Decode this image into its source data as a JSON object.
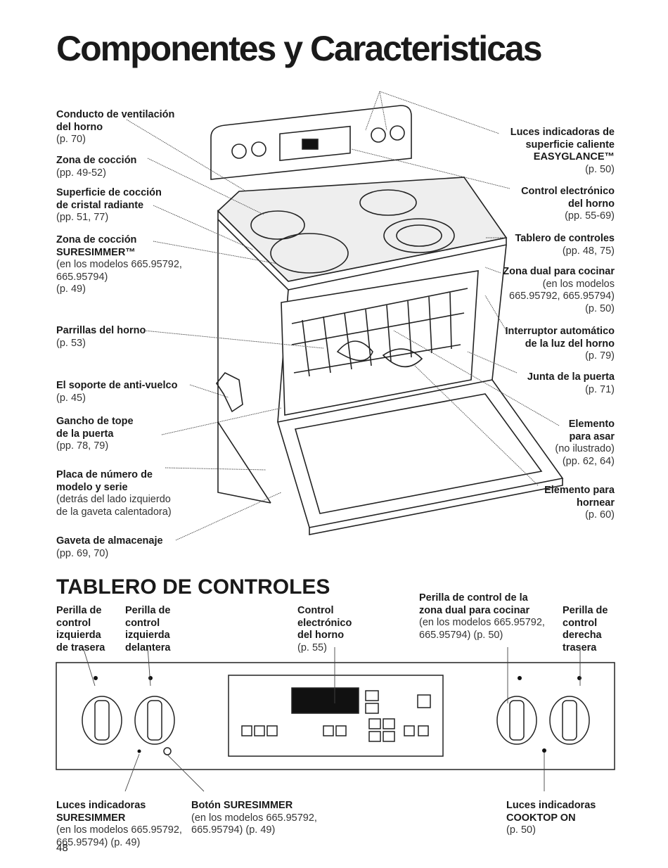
{
  "title": "Componentes y Caracteristicas",
  "left_labels": [
    {
      "bold": [
        "Conducto de ventilación",
        "del horno"
      ],
      "normal": [
        "(p. 70)"
      ]
    },
    {
      "bold": [
        "Zona de cocción"
      ],
      "normal": [
        "(pp. 49-52)"
      ]
    },
    {
      "bold": [
        "Superficie de cocción",
        "de cristal radiante"
      ],
      "normal": [
        "(pp. 51, 77)"
      ]
    },
    {
      "bold": [
        "Zona de cocción",
        "SURESIMMER™"
      ],
      "normal": [
        "(en los modelos 665.95792,",
        "665.95794)",
        "(p. 49)"
      ]
    },
    {
      "bold": [
        "Parrillas del horno"
      ],
      "normal": [
        "(p. 53)"
      ]
    },
    {
      "bold": [
        "El soporte de anti-vuelco"
      ],
      "normal": [
        "(p. 45)"
      ]
    },
    {
      "bold": [
        "Gancho de tope",
        "de la puerta"
      ],
      "normal": [
        "(pp. 78, 79)"
      ]
    },
    {
      "bold": [
        "Placa de número de",
        "modelo y serie"
      ],
      "normal": [
        "(detrás del lado izquierdo",
        "de la gaveta calentadora)"
      ]
    },
    {
      "bold": [
        "Gaveta de almacenaje"
      ],
      "normal": [
        "(pp. 69, 70)"
      ]
    }
  ],
  "right_labels": [
    {
      "bold": [
        "Luces indicadoras de",
        "superficie caliente",
        "EASYGLANCE™"
      ],
      "normal": [
        "(p. 50)"
      ]
    },
    {
      "bold": [
        "Control electrónico",
        "del horno"
      ],
      "normal": [
        "(pp. 55-69)"
      ]
    },
    {
      "bold": [
        "Tablero de controles"
      ],
      "normal": [
        "(pp. 48, 75)"
      ]
    },
    {
      "bold": [
        "Zona dual para cocinar"
      ],
      "normal": [
        "(en los modelos",
        "665.95792, 665.95794)",
        "(p. 50)"
      ]
    },
    {
      "bold": [
        "Interruptor automático",
        "de la luz del horno"
      ],
      "normal": [
        "(p. 79)"
      ]
    },
    {
      "bold": [
        "Junta de la puerta"
      ],
      "normal": [
        "(p. 71)"
      ]
    },
    {
      "bold": [
        "Elemento",
        "para asar"
      ],
      "normal": [
        "(no ilustrado)",
        "(pp. 62, 64)"
      ]
    },
    {
      "bold": [
        "Elemento para",
        "hornear"
      ],
      "normal": [
        "(p. 60)"
      ]
    }
  ],
  "section_title": "TABLERO DE CONTROLES",
  "panel_top_labels": [
    {
      "bold": [
        "Perilla de",
        "control",
        "izquierda",
        "de trasera"
      ],
      "normal": []
    },
    {
      "bold": [
        "Perilla de",
        "control",
        "izquierda",
        "delantera"
      ],
      "normal": []
    },
    {
      "bold": [
        "Control",
        "electrónico",
        "del horno"
      ],
      "normal": [
        "(p. 55)"
      ]
    },
    {
      "bold": [
        "Perilla de control de la",
        "zona dual para cocinar"
      ],
      "normal": [
        "(en los modelos 665.95792,",
        "665.95794) (p. 50)"
      ]
    },
    {
      "bold": [
        "Perilla de",
        "control",
        "derecha",
        "trasera"
      ],
      "normal": []
    }
  ],
  "panel_bottom_labels": [
    {
      "bold": [
        "Luces indicadoras",
        "SURESIMMER"
      ],
      "normal": [
        "(en los modelos 665.95792,",
        "665.95794) (p. 49)"
      ]
    },
    {
      "bold": [
        "Botón SURESIMMER"
      ],
      "normal": [
        "(en los modelos 665.95792,",
        "665.95794) (p. 49)"
      ]
    },
    {
      "bold": [
        "Luces indicadoras",
        "COOKTOP ON"
      ],
      "normal": [
        "(p. 50)"
      ]
    }
  ],
  "page_number": "48"
}
